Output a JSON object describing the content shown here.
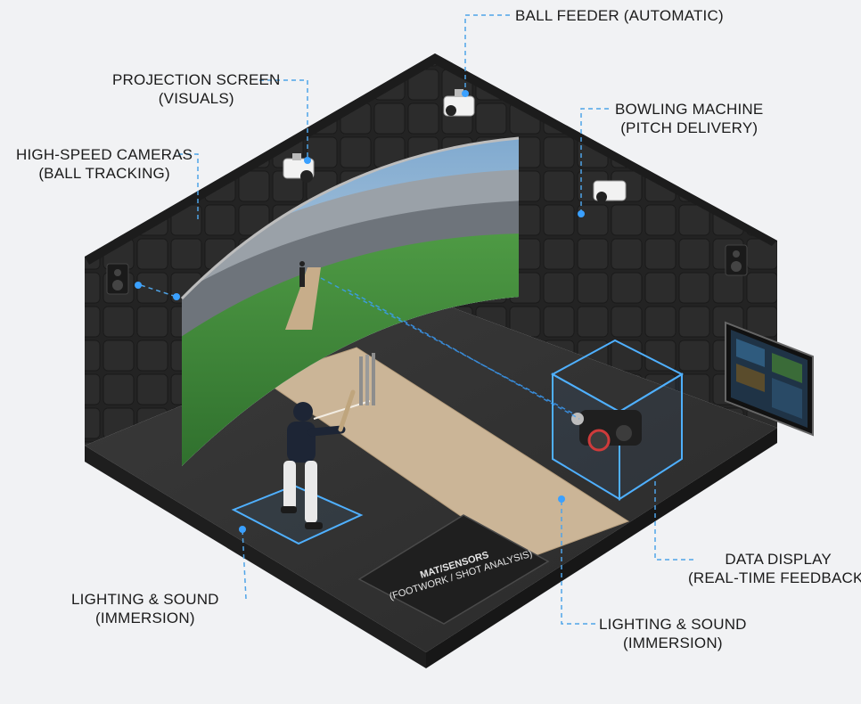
{
  "callouts": {
    "ball_feeder": {
      "line1": "BALL FEEDER (AUTOMATIC)"
    },
    "projection_screen": {
      "line1": "PROJECTION SCREEN",
      "line2": "(VISUALS)"
    },
    "bowling_machine": {
      "line1": "BOWLING MACHINE",
      "line2": "(PITCH DELIVERY)"
    },
    "high_speed_cameras": {
      "line1": "HIGH-SPEED CAMERAS",
      "line2": "(BALL TRACKING)"
    },
    "lighting_sound_left": {
      "line1": "LIGHTING & SOUND",
      "line2": "(IMMERSION)"
    },
    "data_display": {
      "line1": "DATA DISPLAY",
      "line2": "(REAL-TIME FEEDBACK)"
    },
    "lighting_sound_bottom": {
      "line1": "LIGHTING & SOUND",
      "line2": "(IMMERSION)"
    }
  },
  "mat": {
    "line1": "MAT/SENSORS",
    "line2": "(FOOTWORK / SHOT ANALYSIS)"
  },
  "colors": {
    "wall": "#262626",
    "floor": "#333333",
    "pitch": "#c9b397",
    "accent_blue": "#3aa0ff",
    "grass": "#3f8a3c",
    "sky": "#8fb7d8"
  },
  "icons": [
    "camera-icon",
    "speaker-icon",
    "bowling-machine-icon",
    "batsman-figure",
    "stumps-icon",
    "monitor-icon"
  ]
}
